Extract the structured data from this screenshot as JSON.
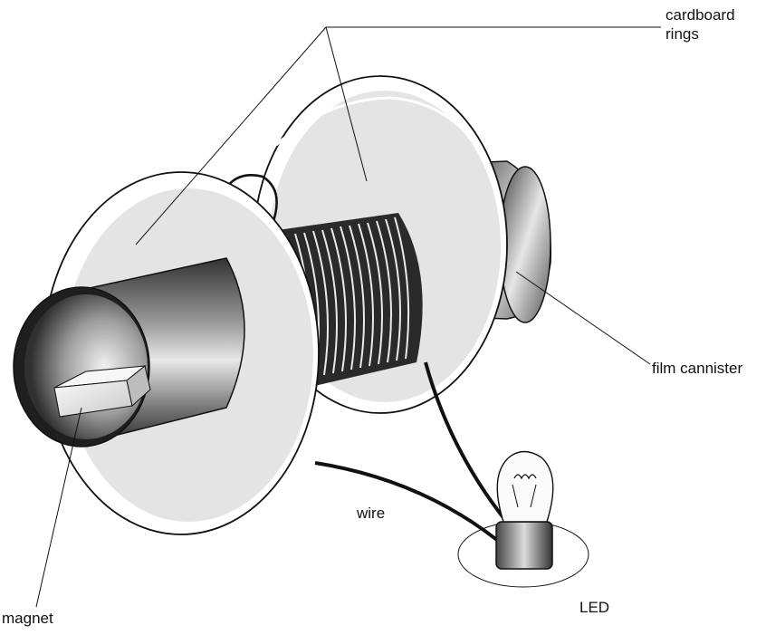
{
  "labels": {
    "cardboard_rings": [
      "cardboard",
      "rings"
    ],
    "film_cannister": "film cannister",
    "wire": "wire",
    "led": "LED",
    "magnet": "magnet"
  },
  "colors": {
    "ring_fill": "#e6e6e6",
    "ring_outline": "#111111",
    "tube_dark": "#3a3a3a",
    "tube_light": "#e0e0e0",
    "coil": "#151515"
  }
}
